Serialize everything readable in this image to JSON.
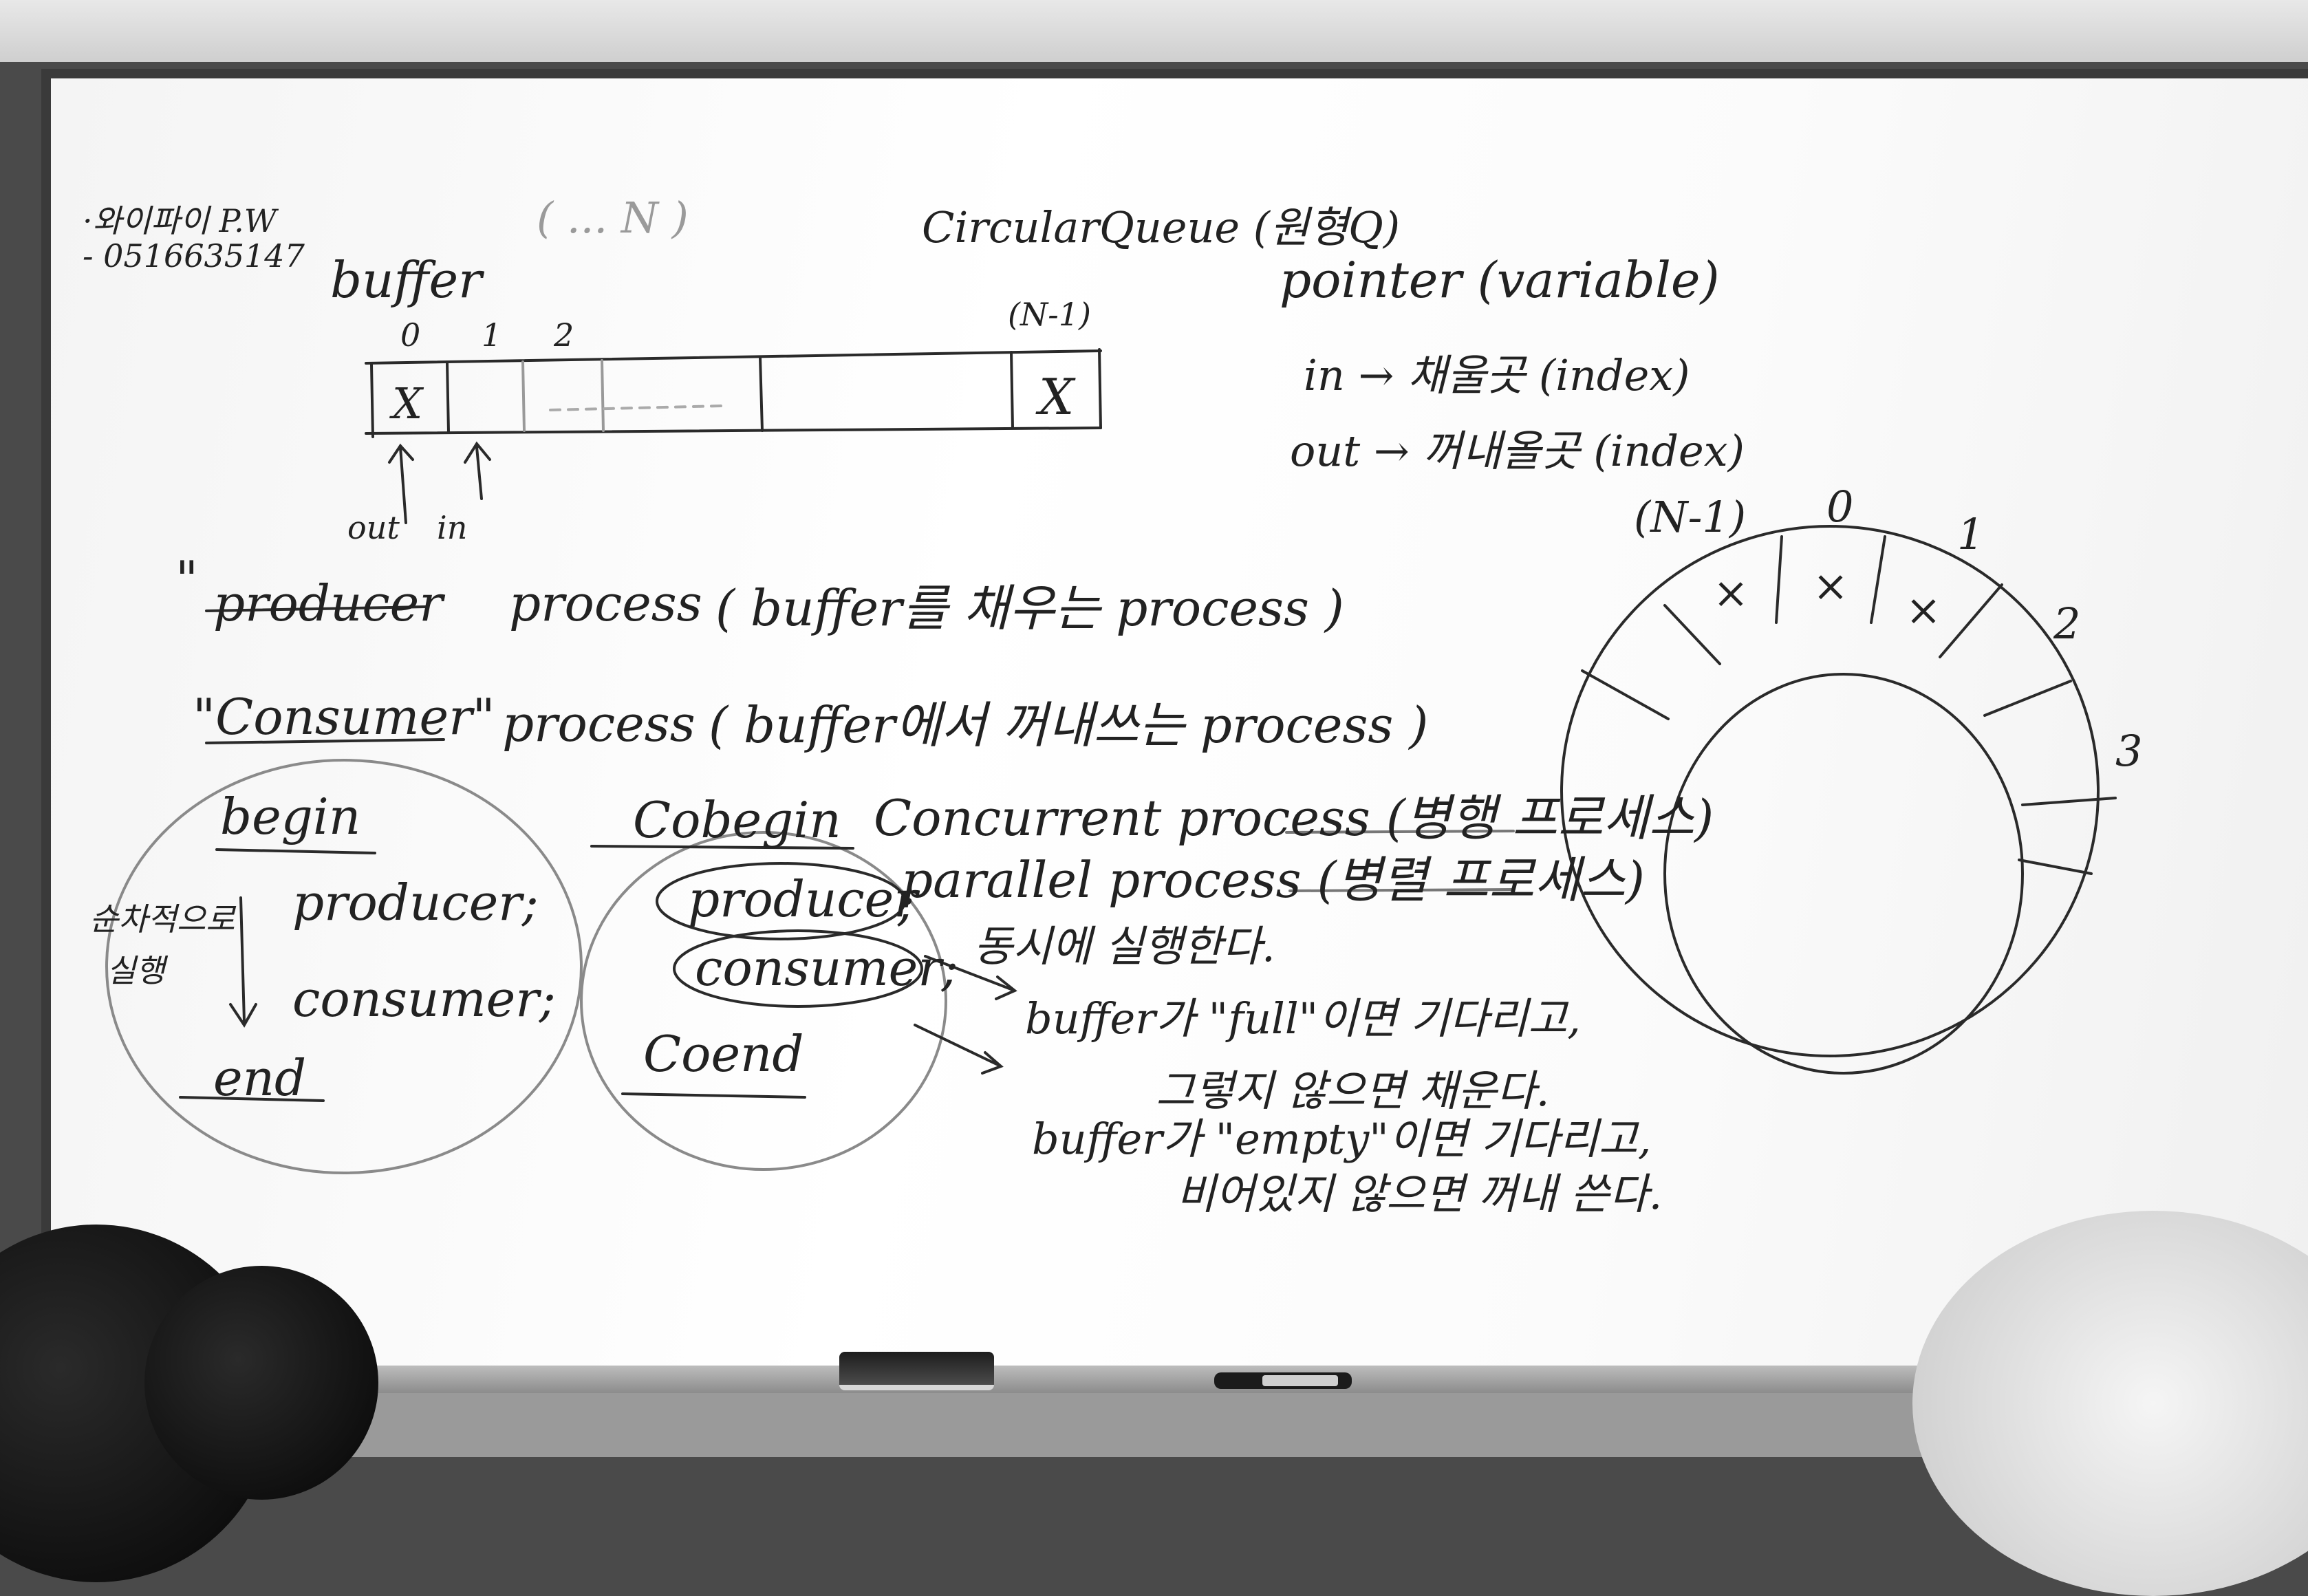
{
  "wifi": {
    "line1": "·와이파이 P.W",
    "line2": "- 0516635147"
  },
  "faint_top": "( ... N )",
  "buffer_label": "buffer",
  "buffer_indices": {
    "i0": "0",
    "i1": "1",
    "i2": "2",
    "iN": "(N-1)"
  },
  "cell_marks": {
    "c0": "X",
    "cN": "X"
  },
  "pointers": {
    "out": "out",
    "in": "in"
  },
  "circular_queue_title": "CircularQueue (원형Q)",
  "pointer_title": "pointer (variable)",
  "in_def": "in → 채울곳 (index)",
  "out_def": "out → 꺼내올곳 (index)",
  "ring_labels": {
    "n1": "(N-1)",
    "zero": "0",
    "one": "1",
    "two": "2",
    "three": "3"
  },
  "ring_marks": {
    "m1": "×",
    "m2": "×",
    "m3": "×"
  },
  "producer_line": {
    "quote": "\"",
    "name": "producer",
    "process": "process",
    "desc": "( buffer를 채우는 process )"
  },
  "consumer_line": {
    "name": "\"Consumer\"",
    "process": "process",
    "desc": "( buffer에서 꺼내쓰는 process )"
  },
  "sequential": {
    "begin": "begin",
    "producer": "producer;",
    "consumer": "consumer;",
    "end": "end",
    "side_note_1": "순차적으로",
    "side_note_2": "실행"
  },
  "concurrent": {
    "cobegin": "Cobegin",
    "producer": "producer",
    "consumer": "consumer;",
    "coend": "Coend",
    "semicolon": ";"
  },
  "process_types": {
    "concurrent": "Concurrent process (병행 프로세스)",
    "parallel": "parallel process (병렬 프로세스)"
  },
  "simultaneous": "동시에 실행한다.",
  "notes": {
    "full_wait": "buffer가 \"full\"이면 기다리고,",
    "full_else": "그렇지 않으면 채운다.",
    "empty_wait": "buffer가 \"empty\"이면 기다리고,",
    "empty_else": "비어있지 않으면 꺼내 쓴다."
  }
}
